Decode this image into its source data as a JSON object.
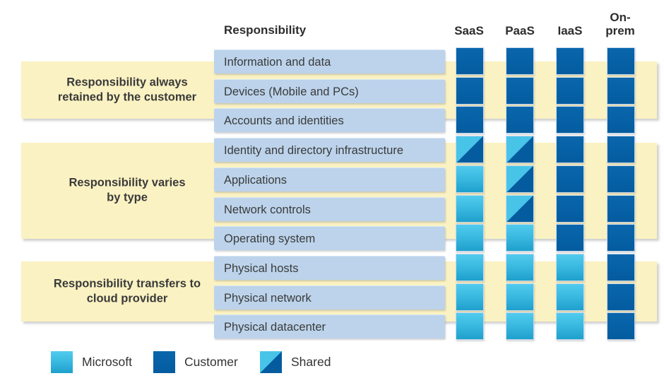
{
  "header": {
    "responsibility": "Responsibility"
  },
  "columns": [
    "SaaS",
    "PaaS",
    "IaaS",
    "On-prem"
  ],
  "groups": [
    {
      "label": "Responsibility always retained by the customer"
    },
    {
      "label": "Responsibility varies by type"
    },
    {
      "label": "Responsibility transfers to cloud provider"
    }
  ],
  "rows": [
    {
      "label": "Information and data",
      "cells": [
        "customer",
        "customer",
        "customer",
        "customer"
      ]
    },
    {
      "label": "Devices (Mobile and PCs)",
      "cells": [
        "customer",
        "customer",
        "customer",
        "customer"
      ]
    },
    {
      "label": "Accounts and identities",
      "cells": [
        "customer",
        "customer",
        "customer",
        "customer"
      ]
    },
    {
      "label": "Identity and directory infrastructure",
      "cells": [
        "shared",
        "shared",
        "customer",
        "customer"
      ]
    },
    {
      "label": "Applications",
      "cells": [
        "microsoft",
        "shared",
        "customer",
        "customer"
      ]
    },
    {
      "label": "Network controls",
      "cells": [
        "microsoft",
        "shared",
        "customer",
        "customer"
      ]
    },
    {
      "label": "Operating system",
      "cells": [
        "microsoft",
        "microsoft",
        "customer",
        "customer"
      ]
    },
    {
      "label": "Physical hosts",
      "cells": [
        "microsoft",
        "microsoft",
        "microsoft",
        "customer"
      ]
    },
    {
      "label": "Physical network",
      "cells": [
        "microsoft",
        "microsoft",
        "microsoft",
        "customer"
      ]
    },
    {
      "label": "Physical datacenter",
      "cells": [
        "microsoft",
        "microsoft",
        "microsoft",
        "customer"
      ]
    }
  ],
  "legend": [
    {
      "label": "Microsoft",
      "type": "microsoft"
    },
    {
      "label": "Customer",
      "type": "customer"
    },
    {
      "label": "Shared",
      "type": "shared"
    }
  ],
  "colors": {
    "customer_blue": "#045c9f",
    "microsoft_cyan_top": "#52cbee",
    "microsoft_cyan_bottom": "#1ea0cc",
    "band_yellow": "#faf2c2",
    "row_bar_blue": "#bcd3eb"
  }
}
